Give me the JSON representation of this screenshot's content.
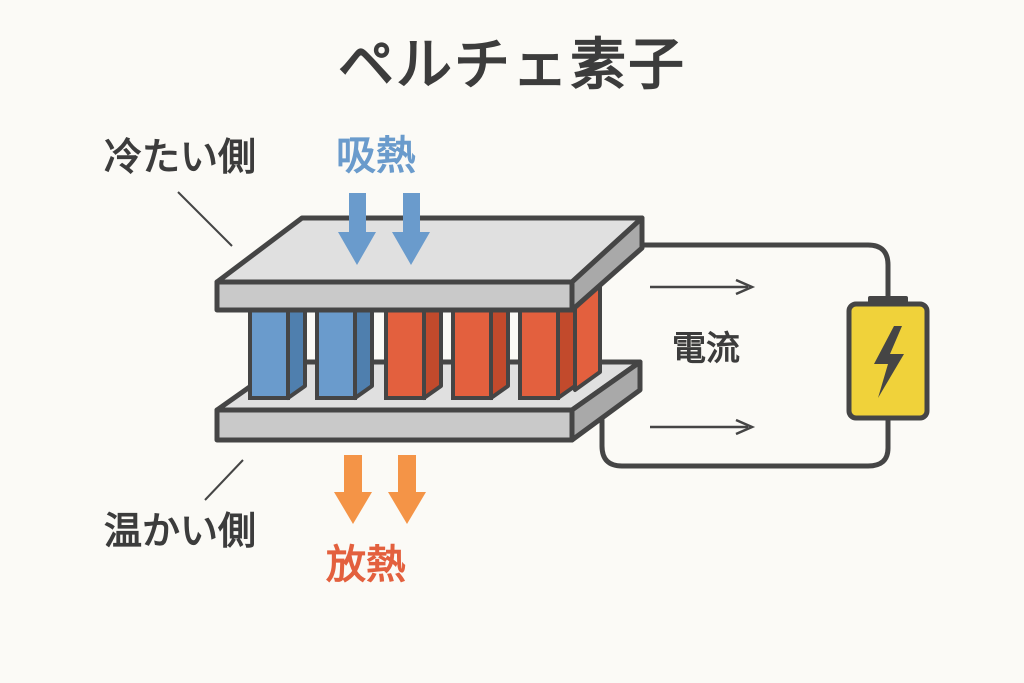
{
  "title": "ペルチェ素子",
  "labels": {
    "cold_side": "冷たい側",
    "warm_side": "温かい側",
    "heat_absorption": "吸熱",
    "heat_release": "放熱",
    "current": "電流"
  },
  "colors": {
    "cold": "#6a9bcc",
    "hot": "#e3603e",
    "release_arrow": "#f49447",
    "battery": "#f0d23a",
    "plate": "#c9c9c9",
    "outline": "#454545"
  },
  "icons": {
    "battery": "battery-icon",
    "bolt": "lightning-bolt-icon"
  }
}
